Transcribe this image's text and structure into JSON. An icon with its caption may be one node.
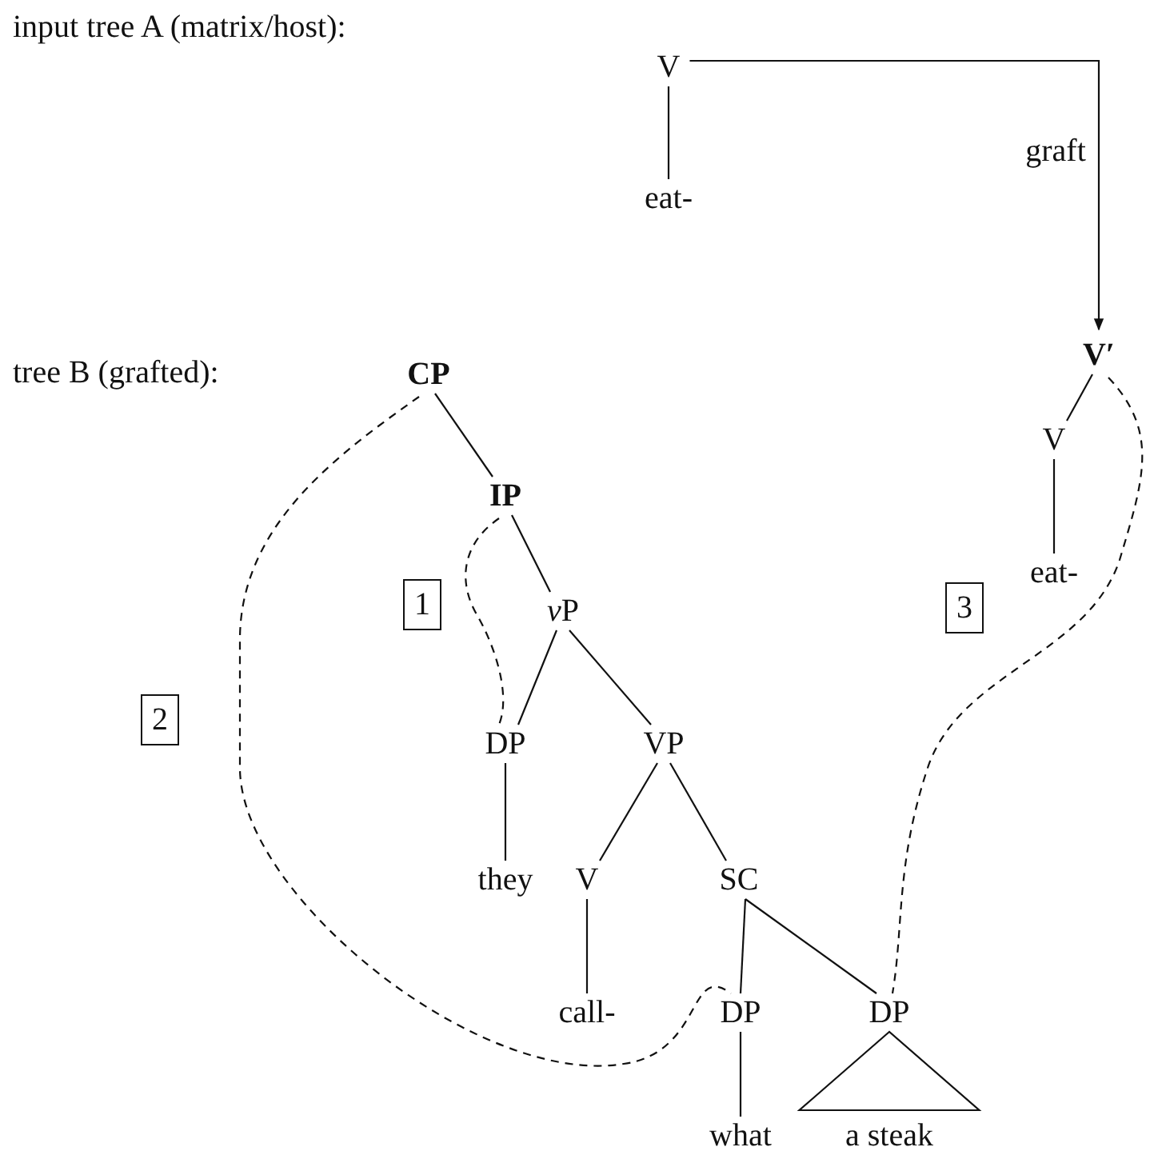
{
  "diagram": {
    "nodes": [
      {
        "text": [
          "V"
        ]
      },
      {
        "text": [
          "eat-"
        ]
      },
      {
        "text": [
          "V′"
        ]
      },
      {
        "text": [
          "V"
        ]
      },
      {
        "text": [
          "eat-"
        ]
      },
      {
        "text": [
          "CP"
        ]
      },
      {
        "text": [
          "IP"
        ]
      },
      {
        "text": [
          "vP"
        ]
      },
      {
        "text": [
          "DP"
        ]
      },
      {
        "text": [
          "they"
        ]
      },
      {
        "text": [
          "VP"
        ]
      },
      {
        "text": [
          "V"
        ]
      },
      {
        "text": [
          "SC"
        ]
      },
      {
        "text": [
          "call-"
        ]
      },
      {
        "text": [
          "DP"
        ]
      },
      {
        "text": [
          "what"
        ]
      },
      {
        "text": [
          "DP"
        ]
      },
      {
        "text": [
          "a steak"
        ]
      },
      {
        "text": [
          "1"
        ]
      },
      {
        "text": [
          "2"
        ]
      },
      {
        "text": [
          "3"
        ]
      }
    ],
    "edges": [
      {
        "from": 0,
        "to": 1,
        "arrow": "none"
      },
      {
        "from": 0,
        "to": 2,
        "arrow": "to",
        "label": "graft"
      },
      {
        "from": 2,
        "to": 3,
        "arrow": "none"
      },
      {
        "from": 3,
        "to": 4,
        "arrow": "none"
      },
      {
        "from": 5,
        "to": 6,
        "arrow": "none"
      },
      {
        "from": 6,
        "to": 7,
        "arrow": "none"
      },
      {
        "from": 7,
        "to": 8,
        "arrow": "none"
      },
      {
        "from": 7,
        "to": 10,
        "arrow": "none"
      },
      {
        "from": 8,
        "to": 9,
        "arrow": "none"
      },
      {
        "from": 10,
        "to": 11,
        "arrow": "none"
      },
      {
        "from": 10,
        "to": 12,
        "arrow": "none"
      },
      {
        "from": 11,
        "to": 13,
        "arrow": "none"
      },
      {
        "from": 12,
        "to": 14,
        "arrow": "none"
      },
      {
        "from": 12,
        "to": 16,
        "arrow": "none"
      },
      {
        "from": 14,
        "to": 15,
        "arrow": "none"
      },
      {
        "from": 16,
        "to": 17,
        "arrow": "none"
      },
      {
        "from": 6,
        "to": 8,
        "arrow": "none",
        "style": "dashed"
      },
      {
        "from": 5,
        "to": 14,
        "arrow": "none",
        "style": "dashed"
      },
      {
        "from": 2,
        "to": 16,
        "arrow": "none",
        "style": "dashed"
      }
    ],
    "labels": [
      "input tree A (matrix/host):",
      "tree B (grafted):"
    ]
  }
}
